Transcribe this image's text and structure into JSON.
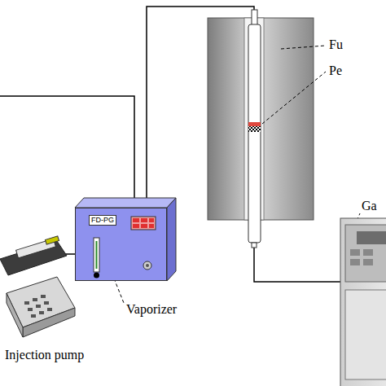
{
  "diagram": {
    "nodes": [
      {
        "text": [
          "FD-PG"
        ]
      }
    ],
    "labels": [
      "Fu",
      "Pe",
      "Ga",
      "Vaporizer",
      "Injection pump"
    ]
  }
}
